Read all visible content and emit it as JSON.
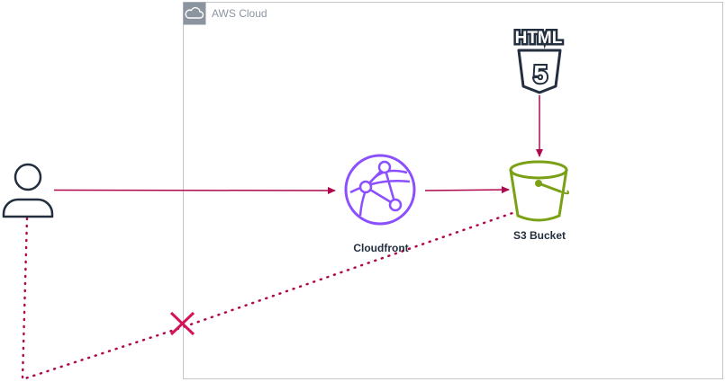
{
  "group": {
    "label": "AWS Cloud",
    "icon": "cloud-icon"
  },
  "nodes": {
    "user": {
      "label": "",
      "icon": "user-icon"
    },
    "html5": {
      "label": "",
      "icon": "html5-icon",
      "badge_text": "HTML",
      "shield_digit": "5"
    },
    "cloudfront": {
      "label": "Cloudfront",
      "icon": "cloudfront-icon"
    },
    "s3": {
      "label": "S3 Bucket",
      "icon": "s3-bucket-icon"
    }
  },
  "connections": [
    {
      "from": "user",
      "to": "cloudfront",
      "style": "solid",
      "arrow": true
    },
    {
      "from": "cloudfront",
      "to": "s3",
      "style": "solid",
      "arrow": true
    },
    {
      "from": "html5",
      "to": "s3",
      "style": "solid",
      "arrow": true
    },
    {
      "from": "user",
      "to": "s3",
      "style": "dotted",
      "blocked": true
    }
  ],
  "colors": {
    "connector": "#b0084d",
    "cloudfront": "#8c4fff",
    "s3": "#7aa116",
    "group_border": "#c3c7cc",
    "group_label": "#8c959f",
    "icon_dark": "#232f3e"
  }
}
